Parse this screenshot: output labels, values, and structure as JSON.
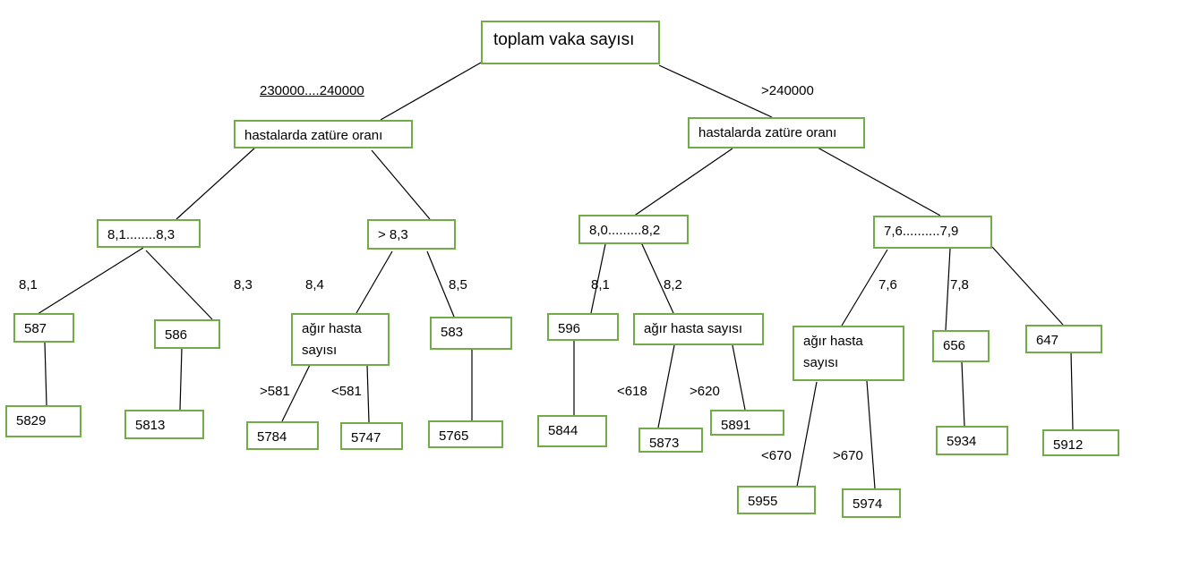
{
  "colors": {
    "node_border": "#70ad47",
    "edge": "#000000"
  },
  "nodes": {
    "root": "toplam vaka sayısı",
    "l_pneu": "hastalarda zatüre oranı",
    "r_pneu": "hastalarda zatüre oranı",
    "l_r1": "8,1........8,3",
    "l_r2": "> 8,3",
    "r_r1": "8,0.........8,2",
    "r_r2": "7,6..........7,9",
    "n587": "587",
    "n586": "586",
    "n_agir1": "ağır hasta sayısı",
    "n583": "583",
    "n596": "596",
    "n_agir2": "ağır hasta sayısı",
    "n_agir3": "ağır hasta sayısı",
    "n656": "656",
    "n647": "647",
    "n5829": "5829",
    "n5813": "5813",
    "n5784": "5784",
    "n5747": "5747",
    "n5765": "5765",
    "n5844": "5844",
    "n5873": "5873",
    "n5891": "5891",
    "n5955": "5955",
    "n5974": "5974",
    "n5934": "5934",
    "n5912": "5912"
  },
  "labels": {
    "e_left": "230000....240000",
    "e_right": ">240000",
    "e_81a": "8,1",
    "e_83": "8,3",
    "e_84": "8,4",
    "e_85": "8,5",
    "e_81b": "8,1",
    "e_82": "8,2",
    "e_76": "7,6",
    "e_78": "7,8",
    "e_gt581": ">581",
    "e_lt581": "<581",
    "e_lt618": "<618",
    "e_gt620": ">620",
    "e_lt670": "<670",
    "e_gt670": ">670"
  }
}
